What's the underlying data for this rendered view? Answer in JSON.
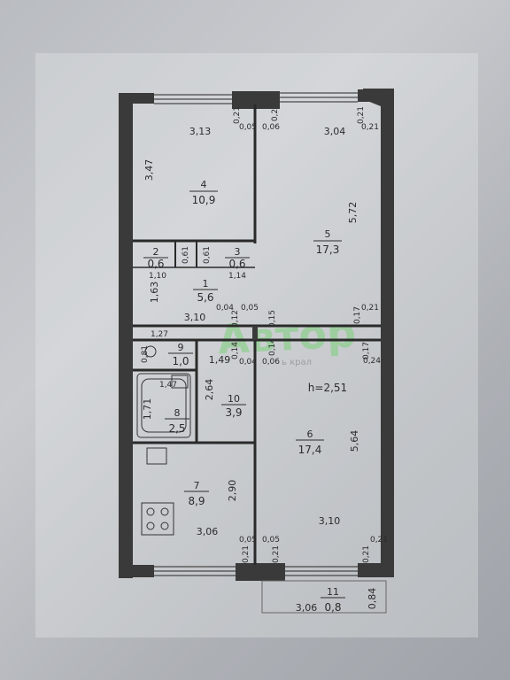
{
  "floor_plan": {
    "ceiling_height": "h=2,51",
    "rooms": [
      {
        "id": "4",
        "number": "4",
        "area": "10,9"
      },
      {
        "id": "5",
        "number": "5",
        "area": "17,3"
      },
      {
        "id": "2",
        "number": "2",
        "area": "0,6"
      },
      {
        "id": "3",
        "number": "3",
        "area": "0,6"
      },
      {
        "id": "1",
        "number": "1",
        "area": "5,6"
      },
      {
        "id": "9",
        "number": "9",
        "area": "1,0"
      },
      {
        "id": "10",
        "number": "10",
        "area": "3,9"
      },
      {
        "id": "8",
        "number": "8",
        "area": "2,5"
      },
      {
        "id": "6",
        "number": "6",
        "area": "17,4"
      },
      {
        "id": "7",
        "number": "7",
        "area": "8,9"
      },
      {
        "id": "11",
        "number": "11",
        "area": "0,8"
      }
    ],
    "dims": {
      "r4_w": "3,13",
      "r4_h": "3,47",
      "r5_w": "3,04",
      "r5_h": "5,72",
      "t1": "0,21",
      "t2": "0,05",
      "t3": "0,2",
      "t4": "0,06",
      "t5": "0,21",
      "t6": "0,21",
      "r2_w": "1,10",
      "r2_h": "0,61",
      "r3_h": "0,61",
      "r3_w": "1,14",
      "r1_h": "1,63",
      "r1_w": "3,10",
      "m1": "0,04",
      "m2": "0,12",
      "m3": "0,05",
      "m4": "0,15",
      "m5": "0,17",
      "m6": "0,21",
      "m7": "0,14",
      "m8": "0,14",
      "m9": "0,04",
      "m10": "0,06",
      "m11": "0,17",
      "m12": "0,24",
      "r9_w": "1,27",
      "r9_h": "0,81",
      "r10_w": "1,49",
      "r10_h": "2,64",
      "r8_w": "1,47",
      "r8_h": "1,71",
      "r6_h": "5,64",
      "r6_w": "3,10",
      "r7_h": "2,90",
      "r7_w": "3,06",
      "b1": "0,05",
      "b2": "0,05",
      "b3": "0,21",
      "b4": "0,21",
      "b5": "0,21",
      "b6": "0,21",
      "r11_w": "3,06",
      "r11_h": "0,84"
    },
    "watermark": "Автор",
    "watermark_sub": "ь крал"
  }
}
